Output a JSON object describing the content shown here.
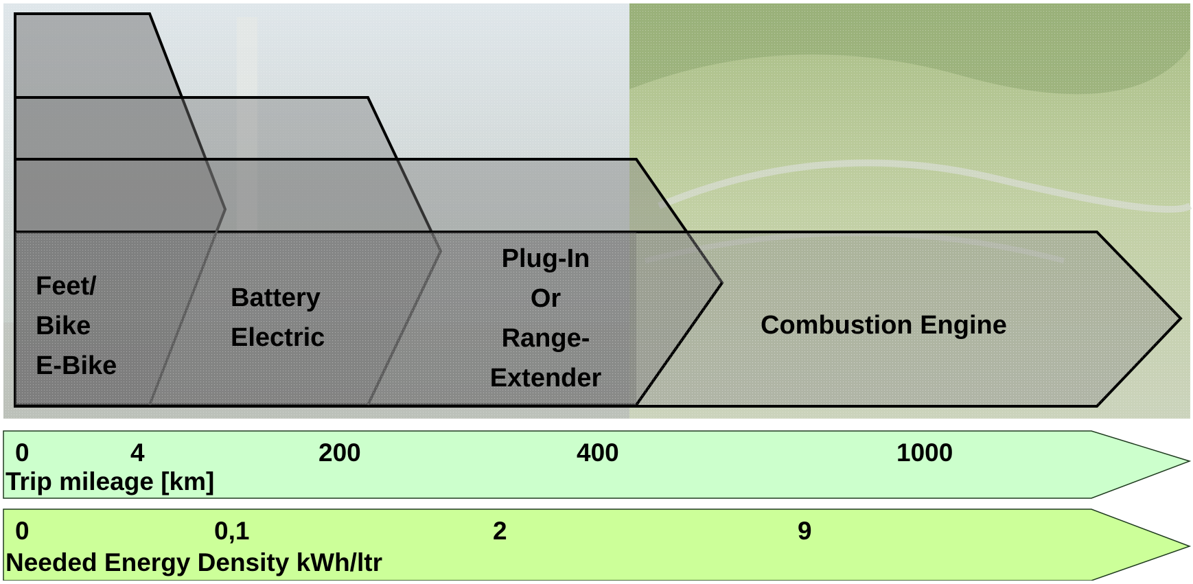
{
  "segments": [
    {
      "label": "Feet/\nBike\nE-Bike"
    },
    {
      "label": "Battery\nElectric"
    },
    {
      "label": "Plug-In\nOr\nRange-\nExtender"
    },
    {
      "label": "Combustion Engine"
    }
  ],
  "mileage_arrow": {
    "ticks": [
      "0",
      "4",
      "200",
      "400",
      "1000"
    ],
    "caption": "Trip mileage   [km]"
  },
  "energy_arrow": {
    "ticks": [
      "0",
      "0,1",
      "2",
      "9"
    ],
    "caption": "Needed Energy Density kWh/ltr"
  },
  "colors": {
    "city_background": "#c9cec6",
    "landscape_background": "#b6c79a",
    "arrow_fill": "#8e8e8e",
    "mileage_arrow_fill": "#ccffcc",
    "energy_arrow_fill": "#ccff99",
    "outline": "#000000"
  }
}
